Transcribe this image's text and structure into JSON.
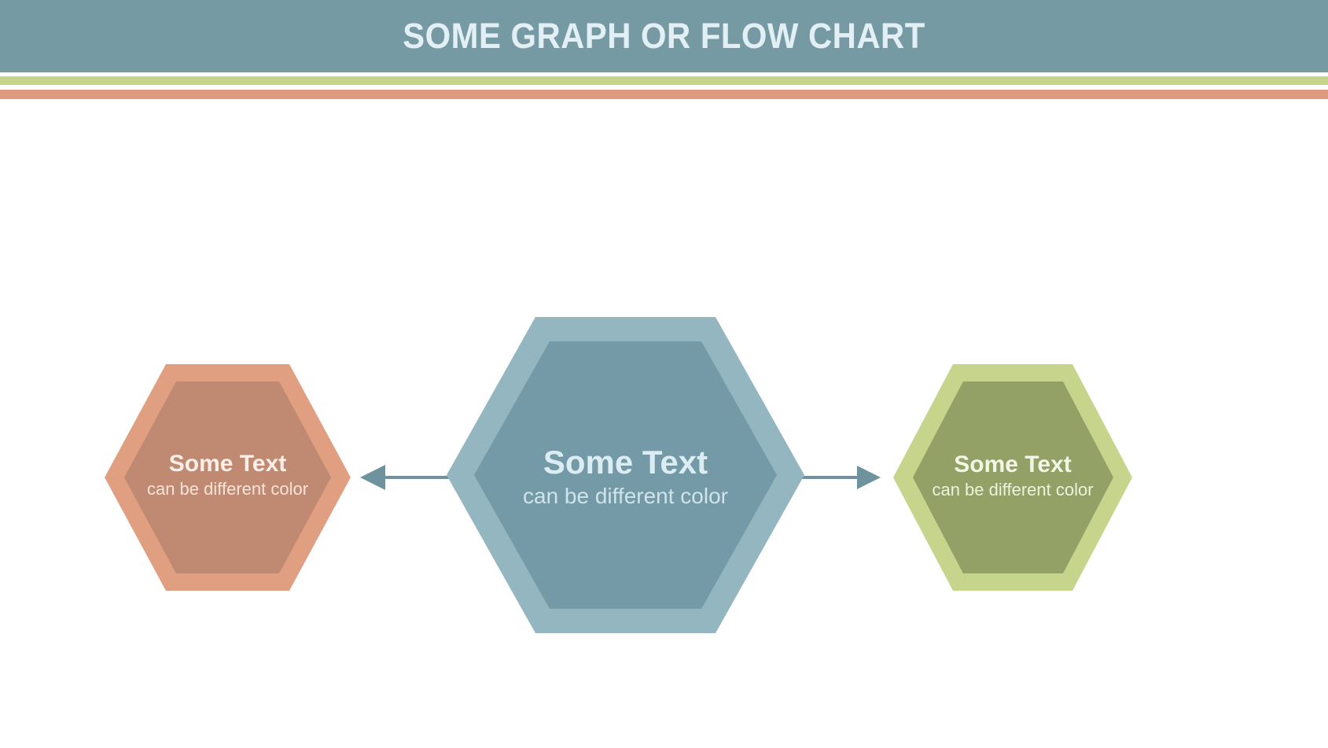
{
  "header": {
    "title": "SOME GRAPH OR FLOW CHART",
    "bar_color": "#769aa3",
    "title_color": "#e2f0f5",
    "stripe_green": "#c6d48c",
    "stripe_salmon": "#de9b7d"
  },
  "canvas": {
    "background": "#ffffff"
  },
  "chart_data": {
    "type": "diagram",
    "diagram_kind": "flow-chart",
    "title": "SOME GRAPH OR FLOW CHART",
    "node_shape": "hexagon",
    "nodes": [
      {
        "id": "left",
        "title": "Some Text",
        "subtitle": "can be different color",
        "fill": "#c08a72",
        "border": "#e09f81",
        "title_color": "#fdeee7",
        "subtitle_color": "#f8e3d8",
        "size": "small",
        "position": "left"
      },
      {
        "id": "center",
        "title": "Some Text",
        "subtitle": "can be different color",
        "fill": "#739aa6",
        "border": "#93b6c0",
        "title_color": "#dbecf2",
        "subtitle_color": "#cfe3ea",
        "size": "large",
        "position": "center"
      },
      {
        "id": "right",
        "title": "Some Text",
        "subtitle": "can be different color",
        "fill": "#93a066",
        "border": "#c6d48c",
        "title_color": "#f3f6e4",
        "subtitle_color": "#edf2dd",
        "size": "small",
        "position": "right"
      }
    ],
    "edges": [
      {
        "id": "center-to-left",
        "from": "center",
        "to": "left",
        "direction": "left",
        "color": "#6e929e",
        "style": "solid-arrow"
      },
      {
        "id": "center-to-right",
        "from": "center",
        "to": "right",
        "direction": "right",
        "color": "#6e929e",
        "style": "solid-arrow"
      }
    ]
  }
}
